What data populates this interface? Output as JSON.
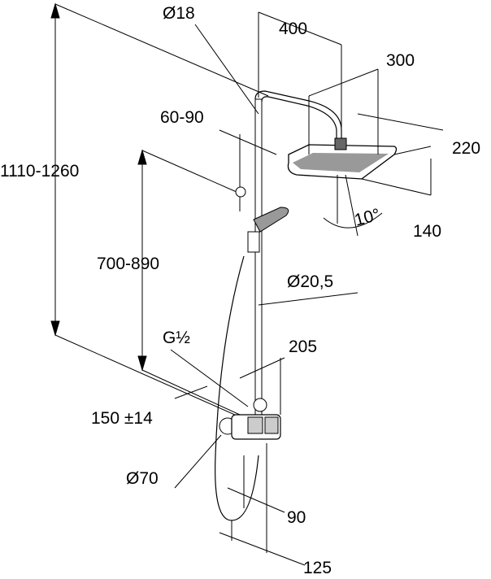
{
  "drawing": {
    "labels": {
      "pipe_diameter_top": "Ø18",
      "arm_length": "400",
      "head_width": "300",
      "holder_spacing": "60-90",
      "head_depth": "220",
      "total_height": "1110-1260",
      "head_offset": "140",
      "head_tilt": "10°",
      "holder_height": "700-890",
      "pipe_diameter": "Ø20,5",
      "thread": "G½",
      "wall_distance": "205",
      "connection_spacing": "150 ±14",
      "rosette_diameter": "Ø70",
      "mixer_depth": "90",
      "mixer_projection": "125"
    }
  }
}
